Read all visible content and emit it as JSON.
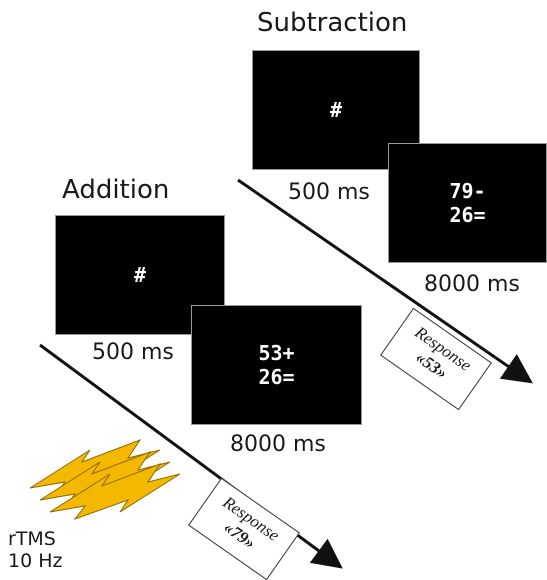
{
  "subtraction": {
    "title": "Subtraction",
    "fixation": "#",
    "fixation_duration": "500 ms",
    "problem_line1": "79-",
    "problem_line2": "26=",
    "problem_duration": "8000 ms",
    "response_label": "Response",
    "response_value": "«53»"
  },
  "addition": {
    "title": "Addition",
    "fixation": "#",
    "fixation_duration": "500 ms",
    "problem_line1": "53+",
    "problem_line2": "26=",
    "problem_duration": "8000 ms",
    "response_label": "Response",
    "response_value": "«79»"
  },
  "stimulation": {
    "line1": "rTMS",
    "line2": "10 Hz",
    "color": "#f5b800"
  }
}
